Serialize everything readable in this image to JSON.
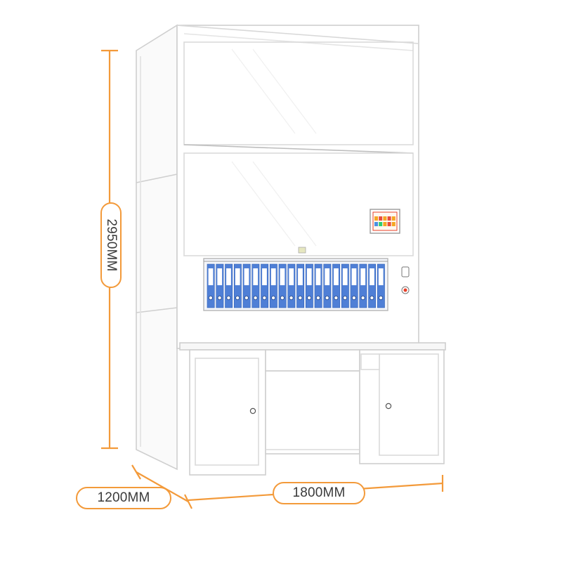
{
  "dimensions": {
    "height": "2950MM",
    "depth": "1200MM",
    "width": "1800MM"
  },
  "colors": {
    "dimension": "#f39a3a",
    "outline": "#cfcfcf",
    "binder": "#4f7fd6",
    "screen_frame": "#e8402a"
  },
  "screen_tiles": [
    "#f5a623",
    "#e84c3d",
    "#f5a623",
    "#e84c3d",
    "#f5a623",
    "#4a90e2",
    "#2ecc71",
    "#f5a623",
    "#e84c3d",
    "#f5a623"
  ],
  "binder_count": 20,
  "cabinet": {
    "door_count": 2,
    "has_touch_screen": true,
    "has_emergency_button": true
  }
}
